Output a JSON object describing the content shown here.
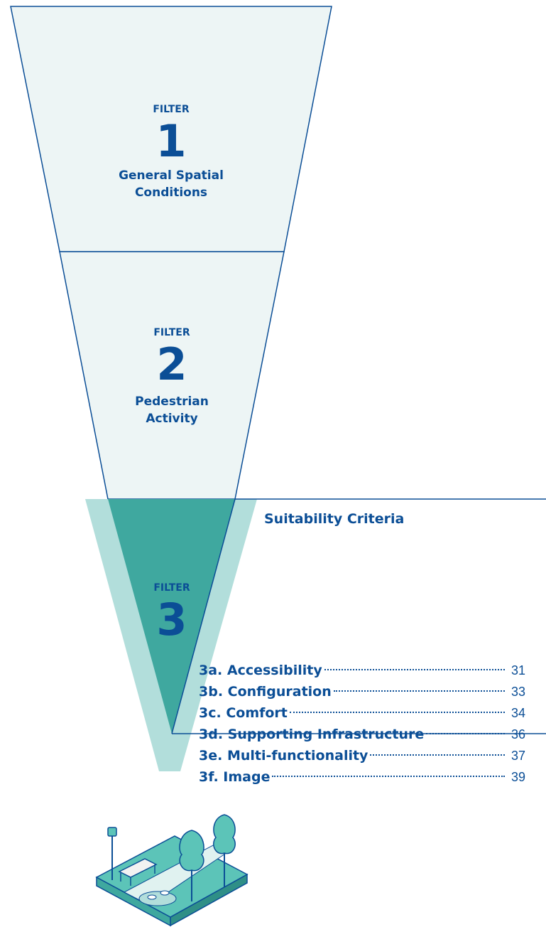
{
  "filters": [
    {
      "label": "FILTER",
      "number": "1",
      "title_lines": [
        "General Spatial",
        "Conditions"
      ]
    },
    {
      "label": "FILTER",
      "number": "2",
      "title_lines": [
        "Pedestrian",
        "Activity"
      ]
    },
    {
      "label": "FILTER",
      "number": "3"
    }
  ],
  "suitability": {
    "heading": "Suitability Criteria",
    "items": [
      {
        "label": "3a. Accessibility",
        "page": "31"
      },
      {
        "label": "3b. Configuration",
        "page": "33"
      },
      {
        "label": "3c. Comfort",
        "page": "34"
      },
      {
        "label": "3d. Supporting Infrastructure",
        "page": "36"
      },
      {
        "label": "3e. Multi-functionality",
        "page": "37"
      },
      {
        "label": "3f. Image",
        "page": "39"
      }
    ]
  },
  "colors": {
    "navy": "#0b4e96",
    "funnel_fill": "#edf5f5",
    "filter3_dark": "#3fa89f",
    "filter3_light": "#b2dedb",
    "park_teal": "#5cc4b8"
  }
}
